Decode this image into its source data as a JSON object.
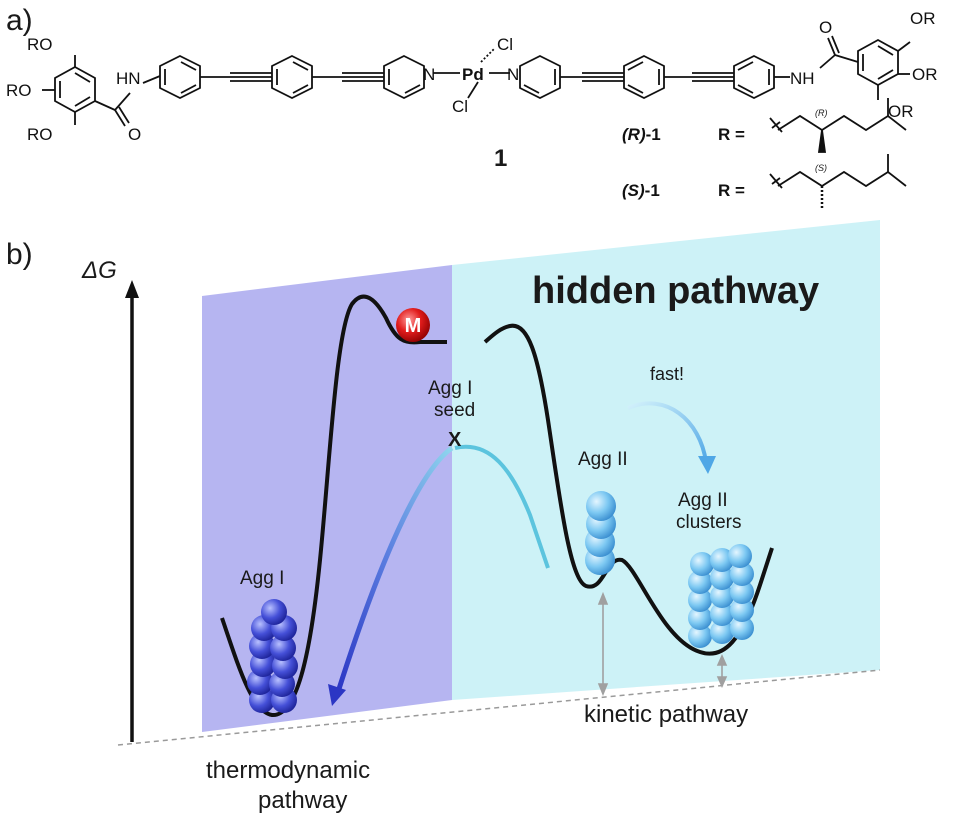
{
  "panel_a": {
    "label": "a)",
    "left_groups": [
      "RO",
      "RO",
      "RO"
    ],
    "left_amide": "HN",
    "pd": "Pd",
    "cl_top": "Cl",
    "cl_bottom": "Cl",
    "n_left": "N",
    "n_right": "N",
    "right_amide": "NH",
    "right_groups": [
      "OR",
      "OR",
      "OR"
    ],
    "oxygen": "O",
    "compound": "1",
    "variants": [
      {
        "name": "(R)",
        "suffix": "-1",
        "r_eq": "R =",
        "stereo": "(R)"
      },
      {
        "name": "(S)",
        "suffix": "-1",
        "r_eq": "R =",
        "stereo": "(S)"
      }
    ]
  },
  "panel_b": {
    "label": "b)",
    "axis_label": "ΔG",
    "hidden_title": "hidden pathway",
    "monomer": "M",
    "seed_label": [
      "Agg I",
      "seed"
    ],
    "seed_mark": "X",
    "agg1": "Agg I",
    "agg2": "Agg II",
    "agg2_clusters": [
      "Agg II",
      "clusters"
    ],
    "fast": "fast!",
    "thermo": [
      "thermodynamic",
      "pathway"
    ],
    "kinetic": "kinetic pathway",
    "colors": {
      "thermo_region": "#a9a8ee",
      "hidden_region": "#c8f1f6",
      "agg1_spheres": "#3d47d6",
      "agg2_spheres": "#62b9f0",
      "monomer": "#e01e1e"
    }
  }
}
